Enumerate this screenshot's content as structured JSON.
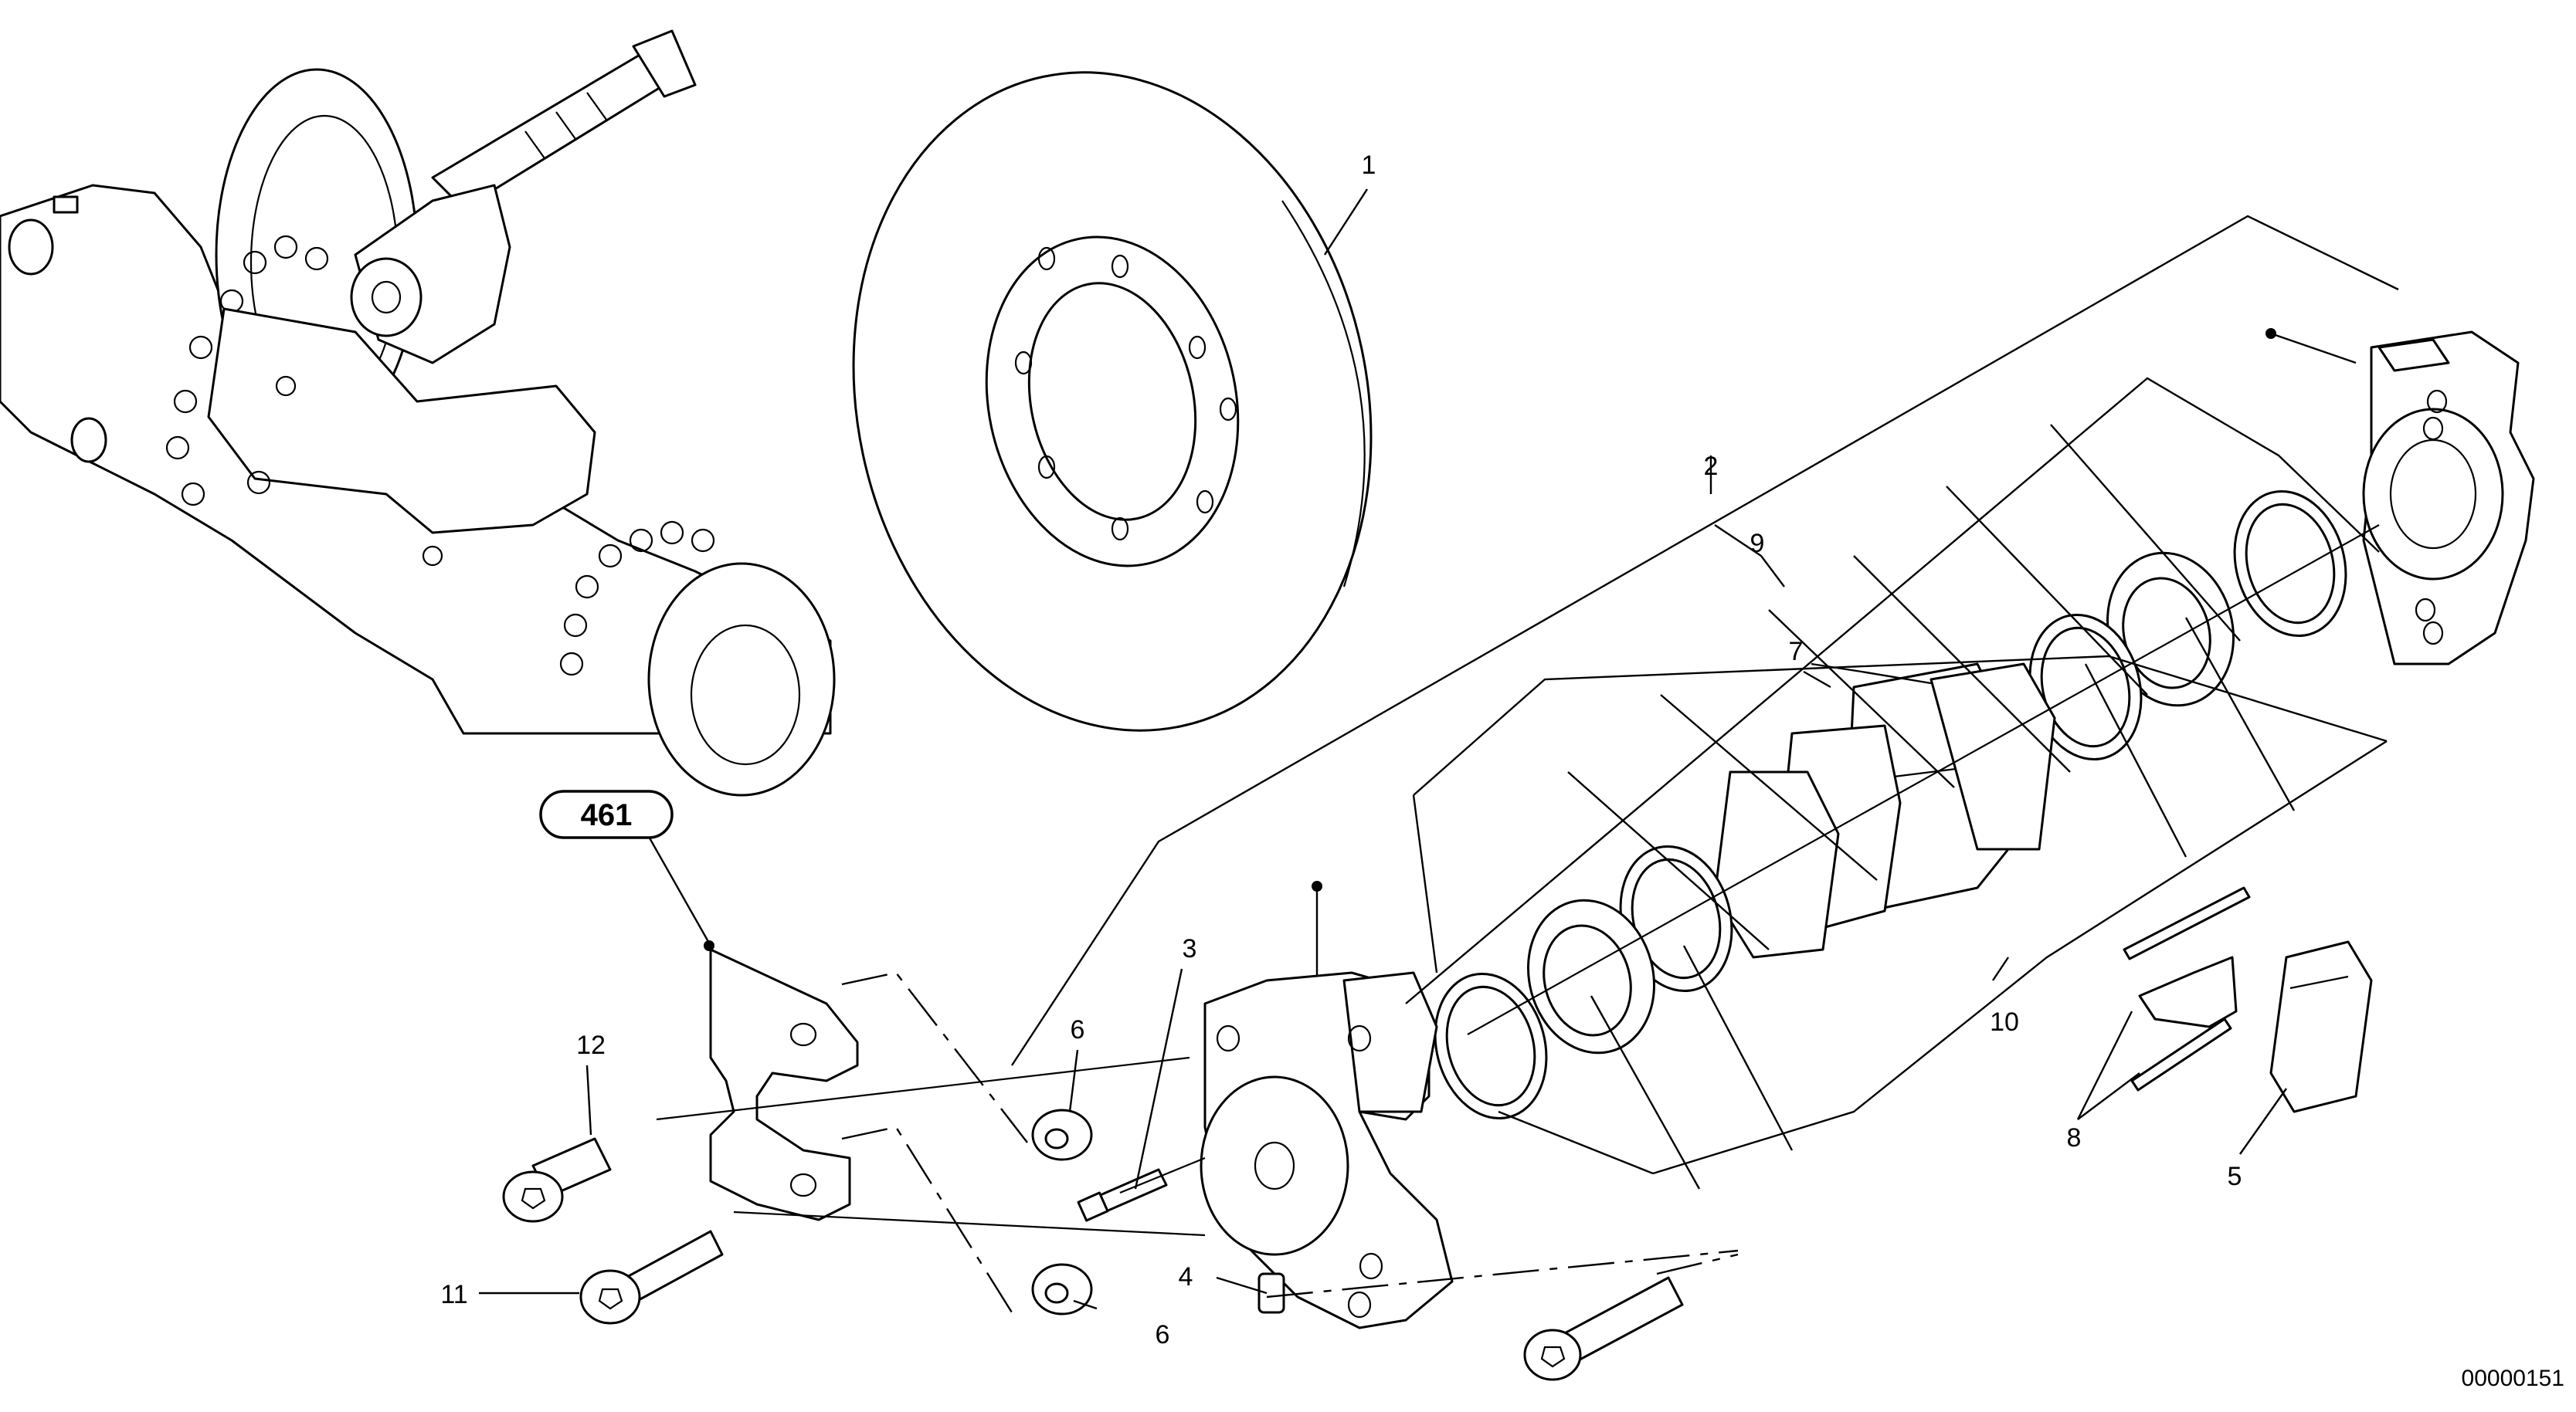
{
  "diagram": {
    "reference_group": "461",
    "drawing_number": "00000151",
    "callouts": {
      "c1": "1",
      "c2": "2",
      "c3": "3",
      "c4": "4",
      "c5": "5",
      "c6a": "6",
      "c6b": "6",
      "c7": "7",
      "c8": "8",
      "c9": "9",
      "c10": "10",
      "c11": "11",
      "c12": "12"
    }
  }
}
